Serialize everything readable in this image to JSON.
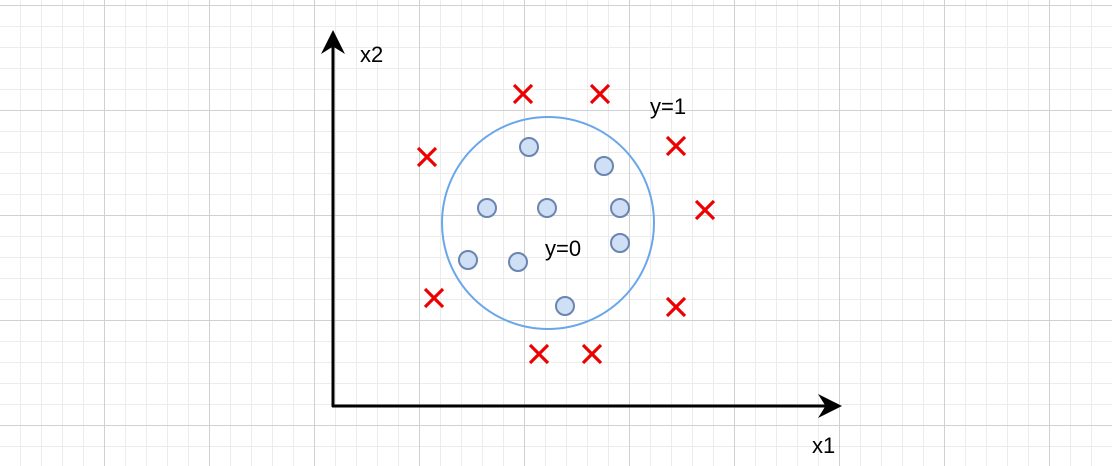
{
  "labels": {
    "y_axis": "x2",
    "x_axis": "x1",
    "outer_class": "y=1",
    "inner_class": "y=0"
  },
  "colors": {
    "axis": "#000000",
    "boundary": "#6aa7ea",
    "point_fill": "#cfdff5",
    "point_stroke": "#6a85b0",
    "cross": "#ee0000"
  },
  "icons": {
    "inner_point": "circle-marker-icon",
    "outer_point": "cross-marker-icon"
  }
}
